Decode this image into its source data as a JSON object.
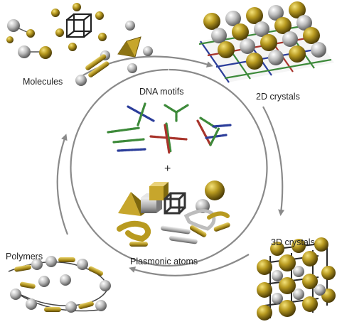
{
  "labels": {
    "molecules": "Molecules",
    "crystals_2d": "2D crystals",
    "dna_motifs": "DNA motifs",
    "plus": "+",
    "plasmonic_atoms": "Plasmonic atoms",
    "crystals_3d": "3D crystals",
    "polymers": "Polymers"
  },
  "colors": {
    "gold": "#b89a20",
    "silver": "#bdbdbd",
    "cycle_arrow": "#8a8a8a",
    "dna_green": "#3d8a3a",
    "dna_blue": "#2b3d9a",
    "dna_red": "#a8342b"
  }
}
